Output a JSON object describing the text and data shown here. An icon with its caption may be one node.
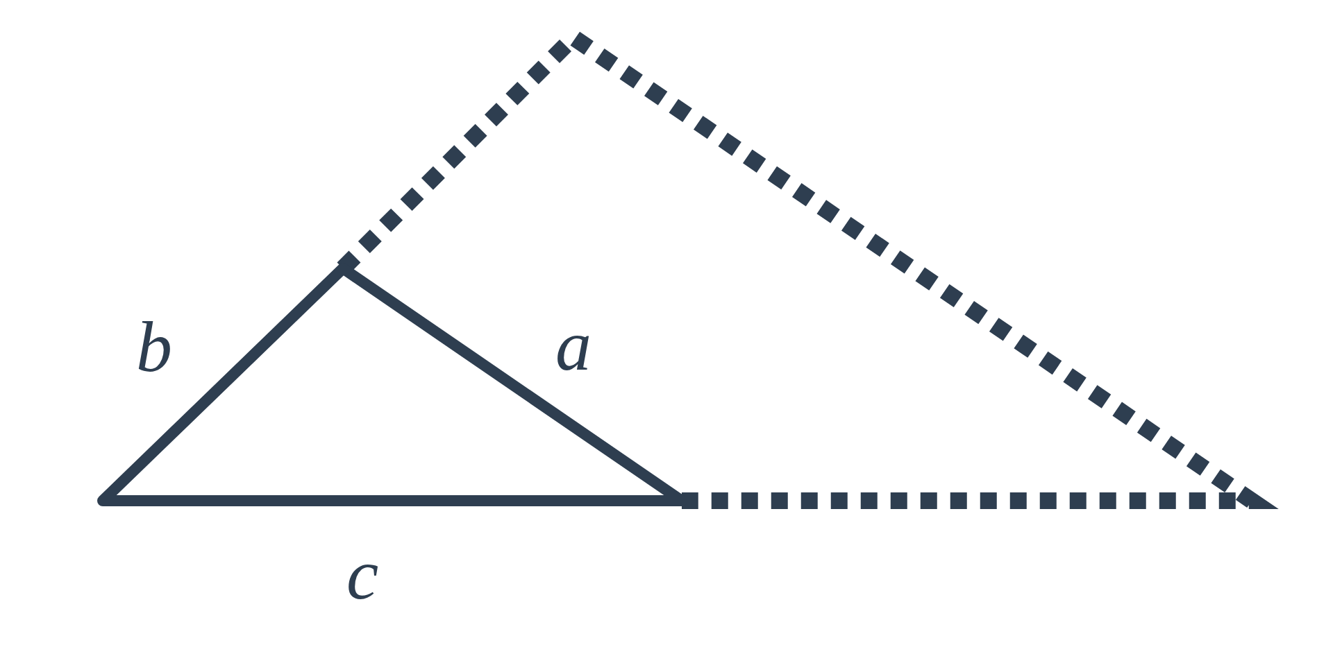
{
  "diagram": {
    "labels": [
      "b",
      "a",
      "c"
    ]
  }
}
